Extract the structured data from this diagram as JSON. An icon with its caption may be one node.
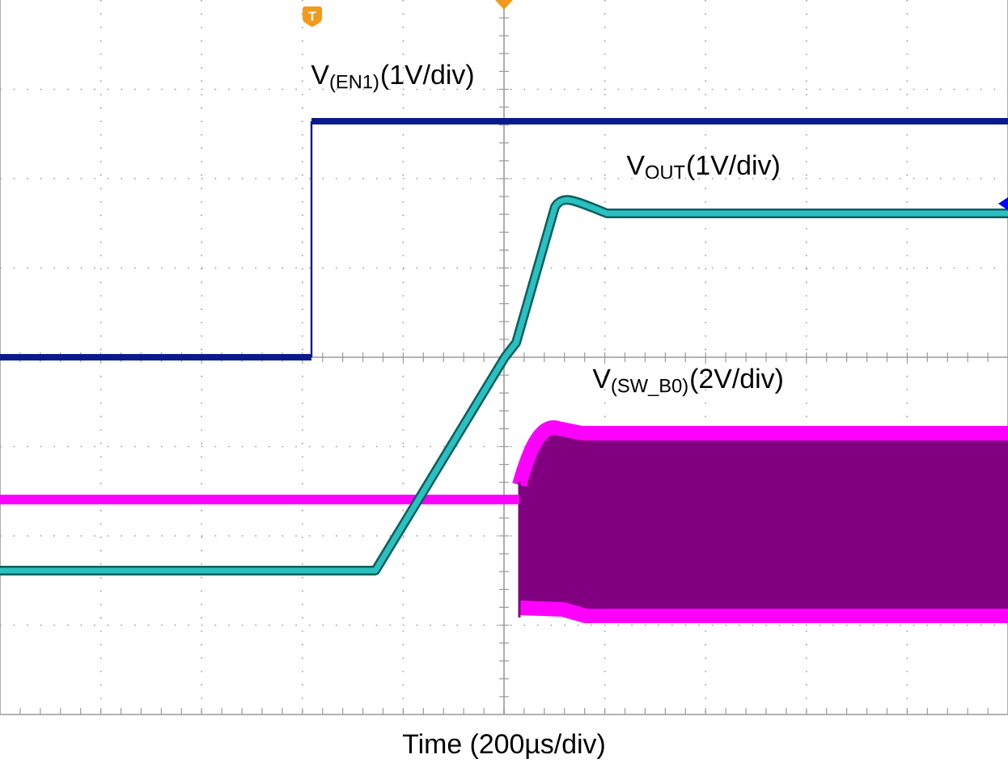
{
  "diagram": {
    "labels": [
      "T",
      "V$_{(EN1)}$(1V/div)",
      "V$_{OUT}$(1V/div)",
      "V$_{(SW_B0)}$(2V/div)",
      "Time (200µs/div)"
    ]
  }
}
